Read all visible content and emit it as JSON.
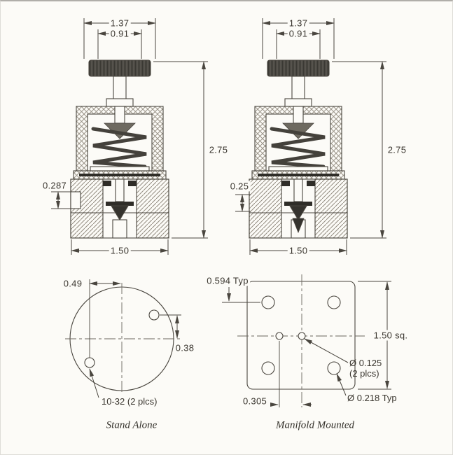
{
  "drawing": {
    "section_views": {
      "stand_alone": {
        "knob_width": "1.37",
        "knob_inner_width": "0.91",
        "overall_height": "2.75",
        "port_height": "0.287",
        "base_width": "1.50"
      },
      "manifold": {
        "knob_width": "1.37",
        "knob_inner_width": "0.91",
        "overall_height": "2.75",
        "port_height": "0.25",
        "base_width": "1.50"
      }
    },
    "bottom_views": {
      "stand_alone": {
        "hole_offset_x": "0.49",
        "hole_offset_y": "0.38",
        "thread_callout": "10-32 (2 plcs)",
        "caption": "Stand Alone"
      },
      "manifold": {
        "edge_offset": "0.594 Typ",
        "square_size": "1.50 sq.",
        "center_hole_dia": "Ø 0.125",
        "center_hole_qty": "(2 plcs)",
        "corner_hole_callout": "Ø 0.218 Typ",
        "hole_spacing": "0.305",
        "caption": "Manifold Mounted"
      }
    }
  }
}
